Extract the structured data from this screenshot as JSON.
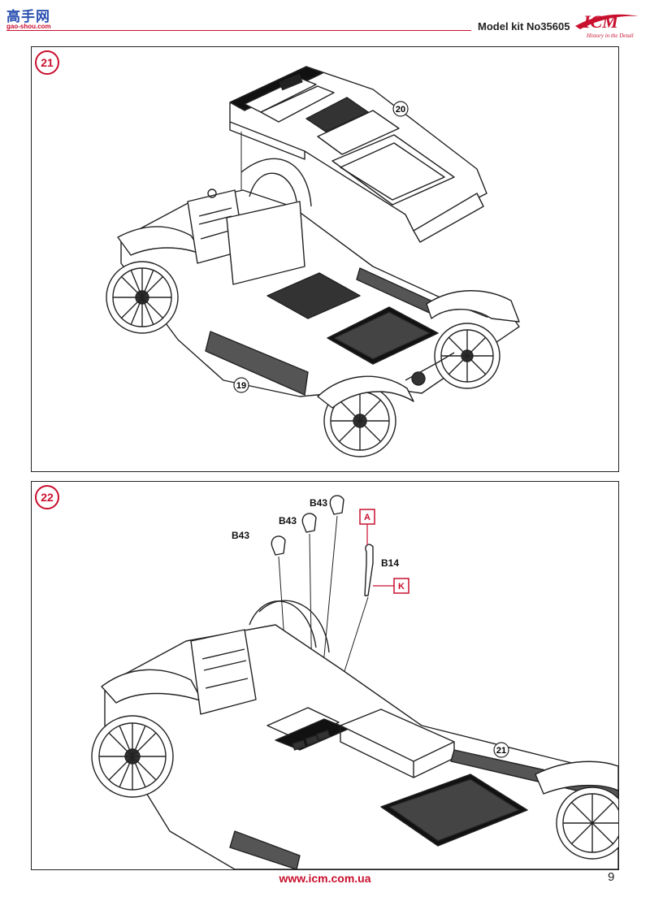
{
  "header": {
    "site_logo_cn": "高手网",
    "site_logo_url": "gao-shou.com",
    "model_kit": "Model kit No35605",
    "brand": "ICM",
    "brand_motto": "History in the Detail"
  },
  "steps": [
    {
      "number": "21",
      "callouts": {
        "top_part": "20",
        "chassis": "19"
      }
    },
    {
      "number": "22",
      "parts": {
        "p1": "B43",
        "p2": "B43",
        "p3": "B43",
        "p4": "B14"
      },
      "paint_codes": {
        "code1": "A",
        "code2": "K"
      },
      "callouts": {
        "assembly": "21"
      }
    }
  ],
  "footer": {
    "url": "www.icm.com.ua",
    "page_number": "9"
  },
  "colors": {
    "accent": "#c8102e",
    "line": "#222222"
  }
}
